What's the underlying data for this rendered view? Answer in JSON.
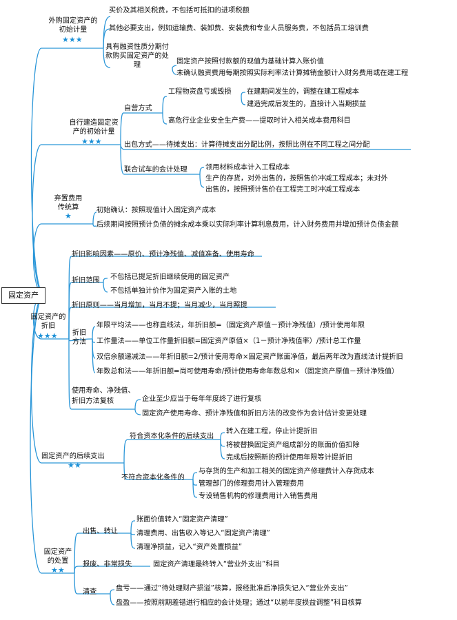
{
  "root": "固定资产",
  "stars": {
    "s3": "★★★",
    "s2": "★★",
    "s1": "★"
  },
  "sections": {
    "purchase": {
      "title": "外购固定资产的初始计量",
      "items": [
        "买价及其相关税费，不包括可抵扣的进项税额",
        "其他必要支出，例如运输费、装卸费、安装费和专业人员服务费，不包括员工培训费",
        "具有融资性质分期付款购买固定资产的处理"
      ],
      "installment": [
        "固定资产按照付款额的现值为基础计算入账价值",
        "未确认融资费用每期按照实际利率法计算摊销金额计入财务费用或在建工程"
      ]
    },
    "selfbuilt": {
      "title": "自行建造固定资产的初始计量",
      "self_operated": "自营方式",
      "self_items": {
        "scrap": "工程物资盘亏或毁损",
        "scrap_subs": [
          "在建期间发生的，调整在建工程成本",
          "建造完成后发生的，直接计入当期损益"
        ],
        "safety": "高危行业企业安全生产费——提取时计入相关成本费用科目"
      },
      "outsourced": "出包方式——待摊支出：计算待摊支出分配比例，按照比例在不同工程之间分配",
      "trial": "联合试车的会计处理",
      "trial_items": [
        "领用材料成本计入工程成本",
        "生产的存货，对外出售的，按照售价冲减工程成本；未对外",
        "出售的，按照预计售价在工程完工时冲减工程成本"
      ]
    },
    "disposal_cost": {
      "title": "弃置费用传统算",
      "items": [
        "初始确认：按照现值计入固定资产成本",
        "后续期间按照预计负债的摊余成本乘以实际利率计算利息费用，计入财务费用并增加预计负债金额"
      ]
    },
    "depreciation": {
      "title": "固定资产的折旧",
      "factors": "折旧影响因素——原价、预计净残值、减值准备、使用寿命",
      "scope": "折旧范围",
      "scope_items": [
        "不包括已提足折旧继续使用的固定资产",
        "不包括单独计价作为固定资产入账的土地"
      ],
      "principle": "折旧原则——当月增加，当月不提；当月减少，当月照提",
      "methods": "折旧方法",
      "method_items": [
        "年限平均法——也称直线法，年折旧额=（固定资产原值－预计净残值）/预计使用年限",
        "工作量法——单位工作量折旧额=固定资产原值×（1－预计净残值率）/预计总工作量",
        "双倍余额递减法——年折旧额=2/预计使用寿命×固定资产账面净值，最后两年改为直线法计提折旧",
        "年数总和法——年折旧额=尚可使用寿命/预计使用寿命年数总和×（固定资产原值－预计净残值）"
      ],
      "review": "使用寿命、净残值、折旧方法复核",
      "review_items": [
        "企业至少应当于每年年度终了进行复核",
        "固定资产使用寿命、预计净残值和折旧方法的改变作为会计估计变更处理"
      ]
    },
    "subsequent": {
      "title": "固定资产的后续支出",
      "capital": "符合资本化条件的后续支出",
      "capital_items": [
        "转入在建工程，停止计提折旧",
        "将被替换固定资产组成部分的账面价值扣除",
        "完成后按照新的预计使用年限等计提折旧"
      ],
      "noncapital": "不符合资本化条件的",
      "noncapital_items": [
        "与存货的生产和加工相关的固定资产修理费计入存货成本",
        "管理部门的修理费用计入管理费用",
        "专设销售机构的修理费用计入销售费用"
      ]
    },
    "handling": {
      "title": "固定资产的处置",
      "sale": "出售、转让",
      "sale_items": [
        "账面价值转入“固定资产清理”",
        "清理费用、出售收入等记入“固定资产清理”",
        "清理净损益，记入“资产处置损益”"
      ],
      "scrap": "报废、非常损失",
      "scrap_item": "固定资产清理最终转入“营业外支出”科目",
      "check": "清查",
      "check_items": [
        "盘亏——通过“待处理财产损溢”核算，报经批准后净损失记入“营业外支出”",
        "盘盈——按照前期差错进行相应的会计处理；通过“以前年度损益调整”科目核算"
      ]
    }
  }
}
